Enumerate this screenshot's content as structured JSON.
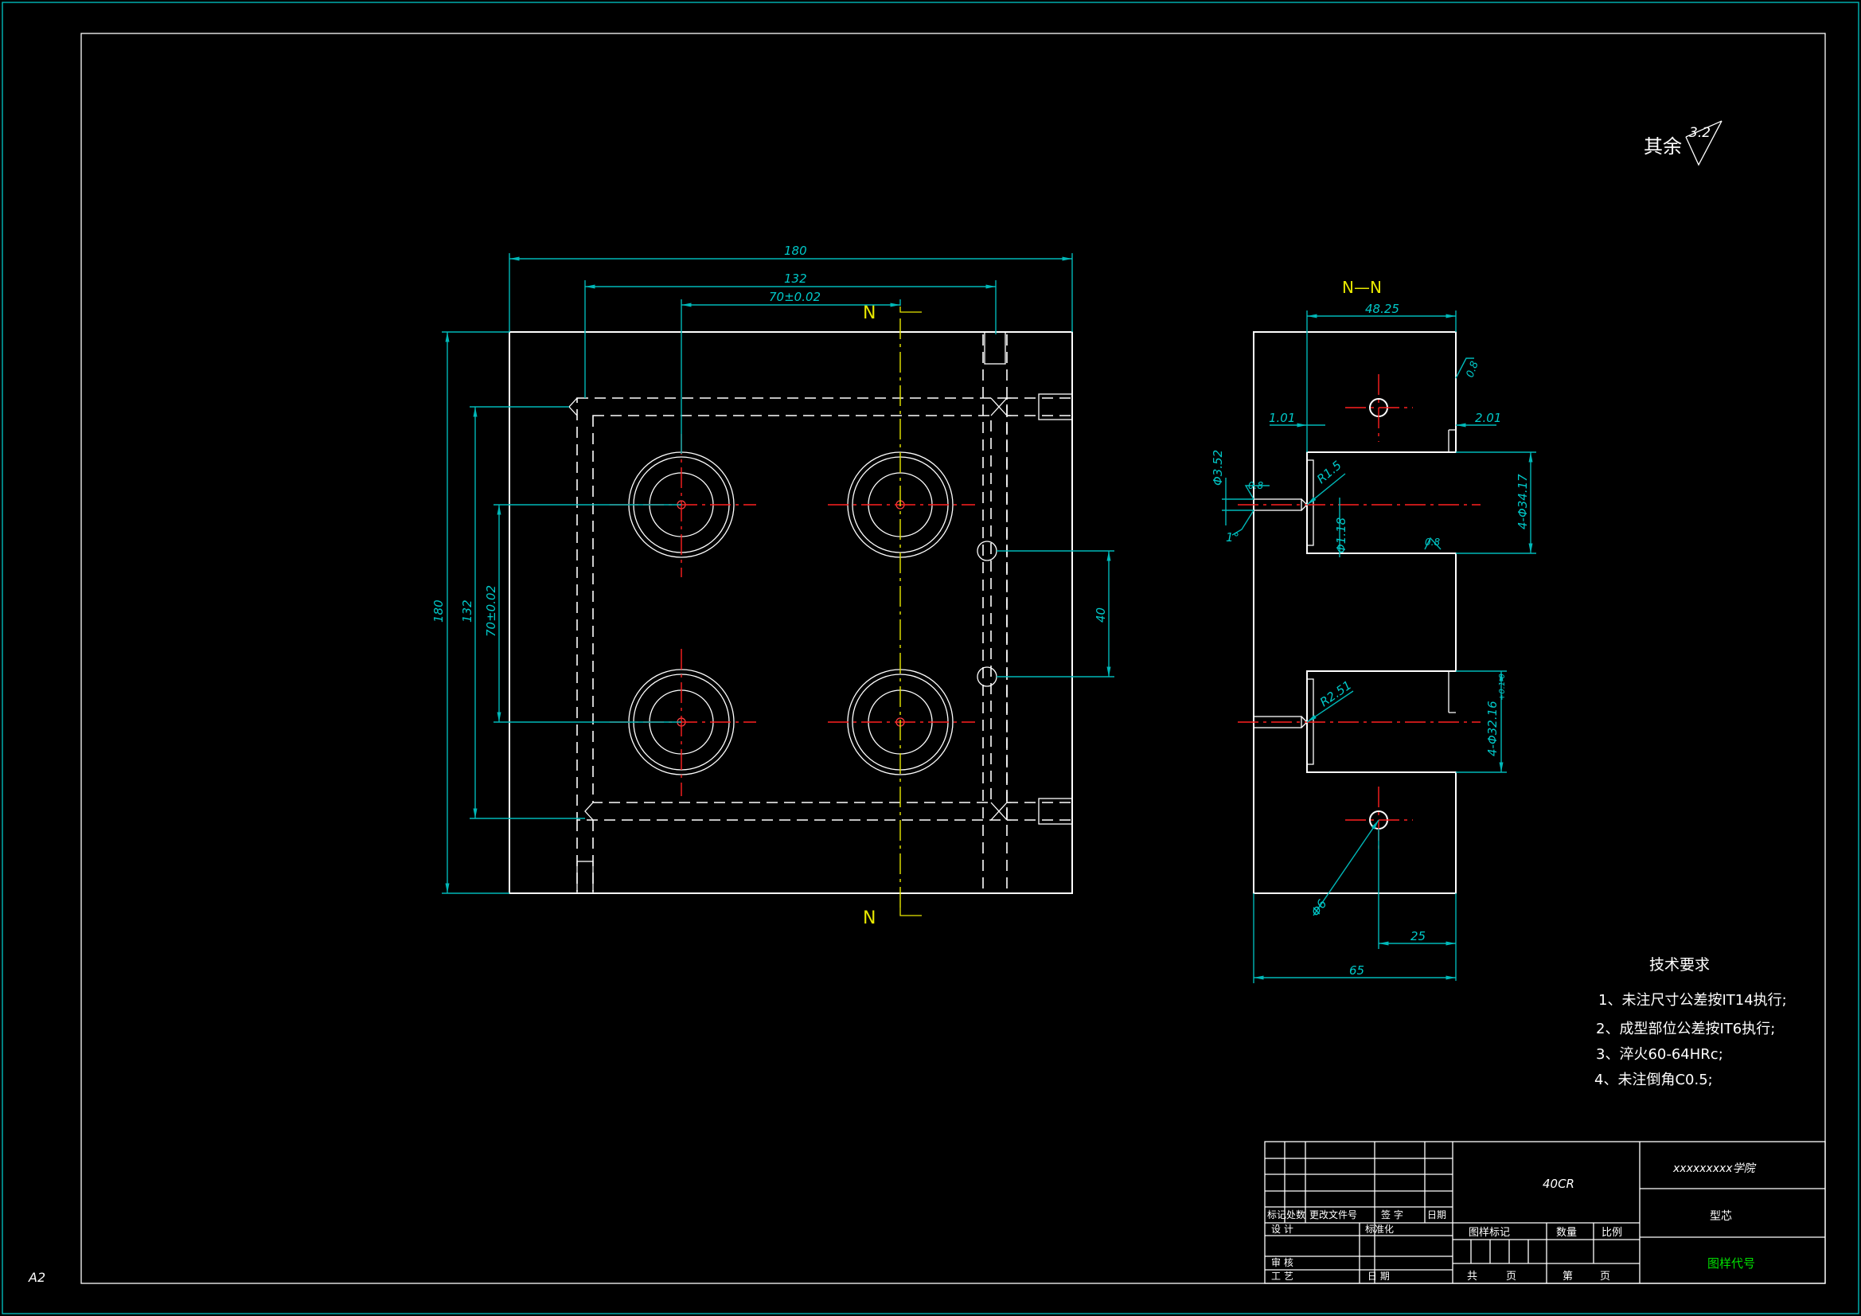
{
  "surface_note": {
    "prefix": "其余",
    "roughness": "3.2"
  },
  "front_view": {
    "dims": {
      "top_width": "180",
      "hole_span_outer": "132",
      "hole_span": "70±0.02",
      "left_height": "180",
      "left_span_outer": "132",
      "left_span": "70±0.02",
      "right_offset": "40"
    },
    "section_marks": [
      "N",
      "N"
    ]
  },
  "section_view": {
    "title": "N—N",
    "dims": {
      "top": "48.25",
      "roughness_top": "0.8",
      "left_offset": "1.01",
      "right_offset": "2.01",
      "pin_dia": "Φ3.52",
      "pin_rough": "0.8",
      "r_upper": "R1.5",
      "small_dia": "Φ1.18",
      "angle": "1°",
      "cav_upper": "4-Φ34.17",
      "cav_upper_rough": "0.8",
      "r_lower": "R2.51",
      "cav_lower": "4-Φ32.16",
      "cav_lower_tol": "+0.1\n0",
      "hole_dia": "Φ6",
      "bottom_offset": "25",
      "total_width": "65"
    }
  },
  "tech_requirements": {
    "title": "技术要求",
    "items": [
      "1、未注尺寸公差按IT14执行;",
      "2、成型部位公差按IT6执行;",
      "3、淬火60-64HRc;",
      "4、未注倒角C0.5;"
    ]
  },
  "title_block": {
    "material": "40CR",
    "school": "xxxxxxxxx学院",
    "part_name": "型芯",
    "drawing_code": "图样代号",
    "rev_headers": [
      "标记",
      "处数",
      "更改文件号",
      "签  字",
      "日期"
    ],
    "design": "设  计",
    "standard": "标准化",
    "check": "审  核",
    "process": "工  艺",
    "date": "日  期",
    "mark_headers": [
      "图样标记",
      "数量",
      "比例"
    ],
    "sheet_total": "共",
    "sheet_page": "页",
    "sheet_no": "第",
    "sheet_page2": "页"
  },
  "paper_size": "A2",
  "colors": {
    "cyan": "#00b8b8",
    "white": "#ffffff",
    "red": "#ff2020",
    "yellow": "#e8e800",
    "green": "#00b000"
  }
}
